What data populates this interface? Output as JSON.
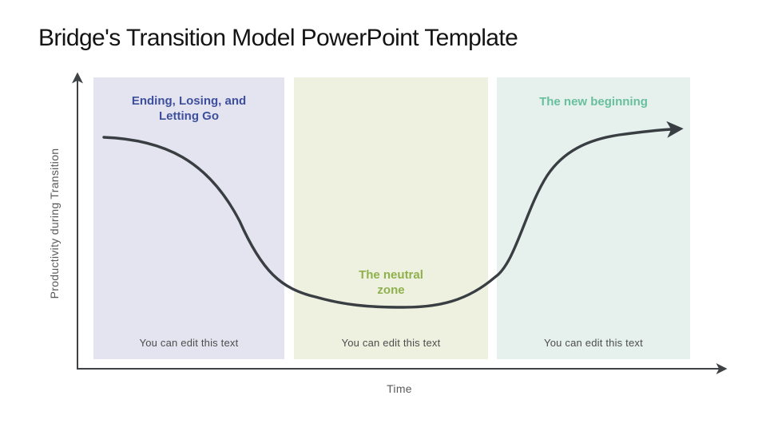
{
  "slide": {
    "title": "Bridge's Transition Model PowerPoint Template"
  },
  "axes": {
    "y_label": "Productivity during Transition",
    "x_label": "Time",
    "axis_color": "#3f4245",
    "label_color": "#5a5a5a"
  },
  "curve": {
    "color": "#393e42",
    "shape": "high start, dip to low plateau over neutral zone, rise to high plateau ending in right arrow"
  },
  "panels": [
    {
      "id": "ending-losing-letting-go",
      "heading": "Ending, Losing, and\nLetting Go",
      "heading_color": "#3e4f9c",
      "bg": "#e4e4f0",
      "note": "You can edit this text"
    },
    {
      "id": "neutral-zone",
      "heading": "The neutral\nzone",
      "heading_color": "#8fb14c",
      "bg": "#eef0e0",
      "note": "You can edit this text"
    },
    {
      "id": "new-beginning",
      "heading": "The new beginning",
      "heading_color": "#68bf9e",
      "bg": "#e6f1ee",
      "note": "You can edit this text"
    }
  ]
}
